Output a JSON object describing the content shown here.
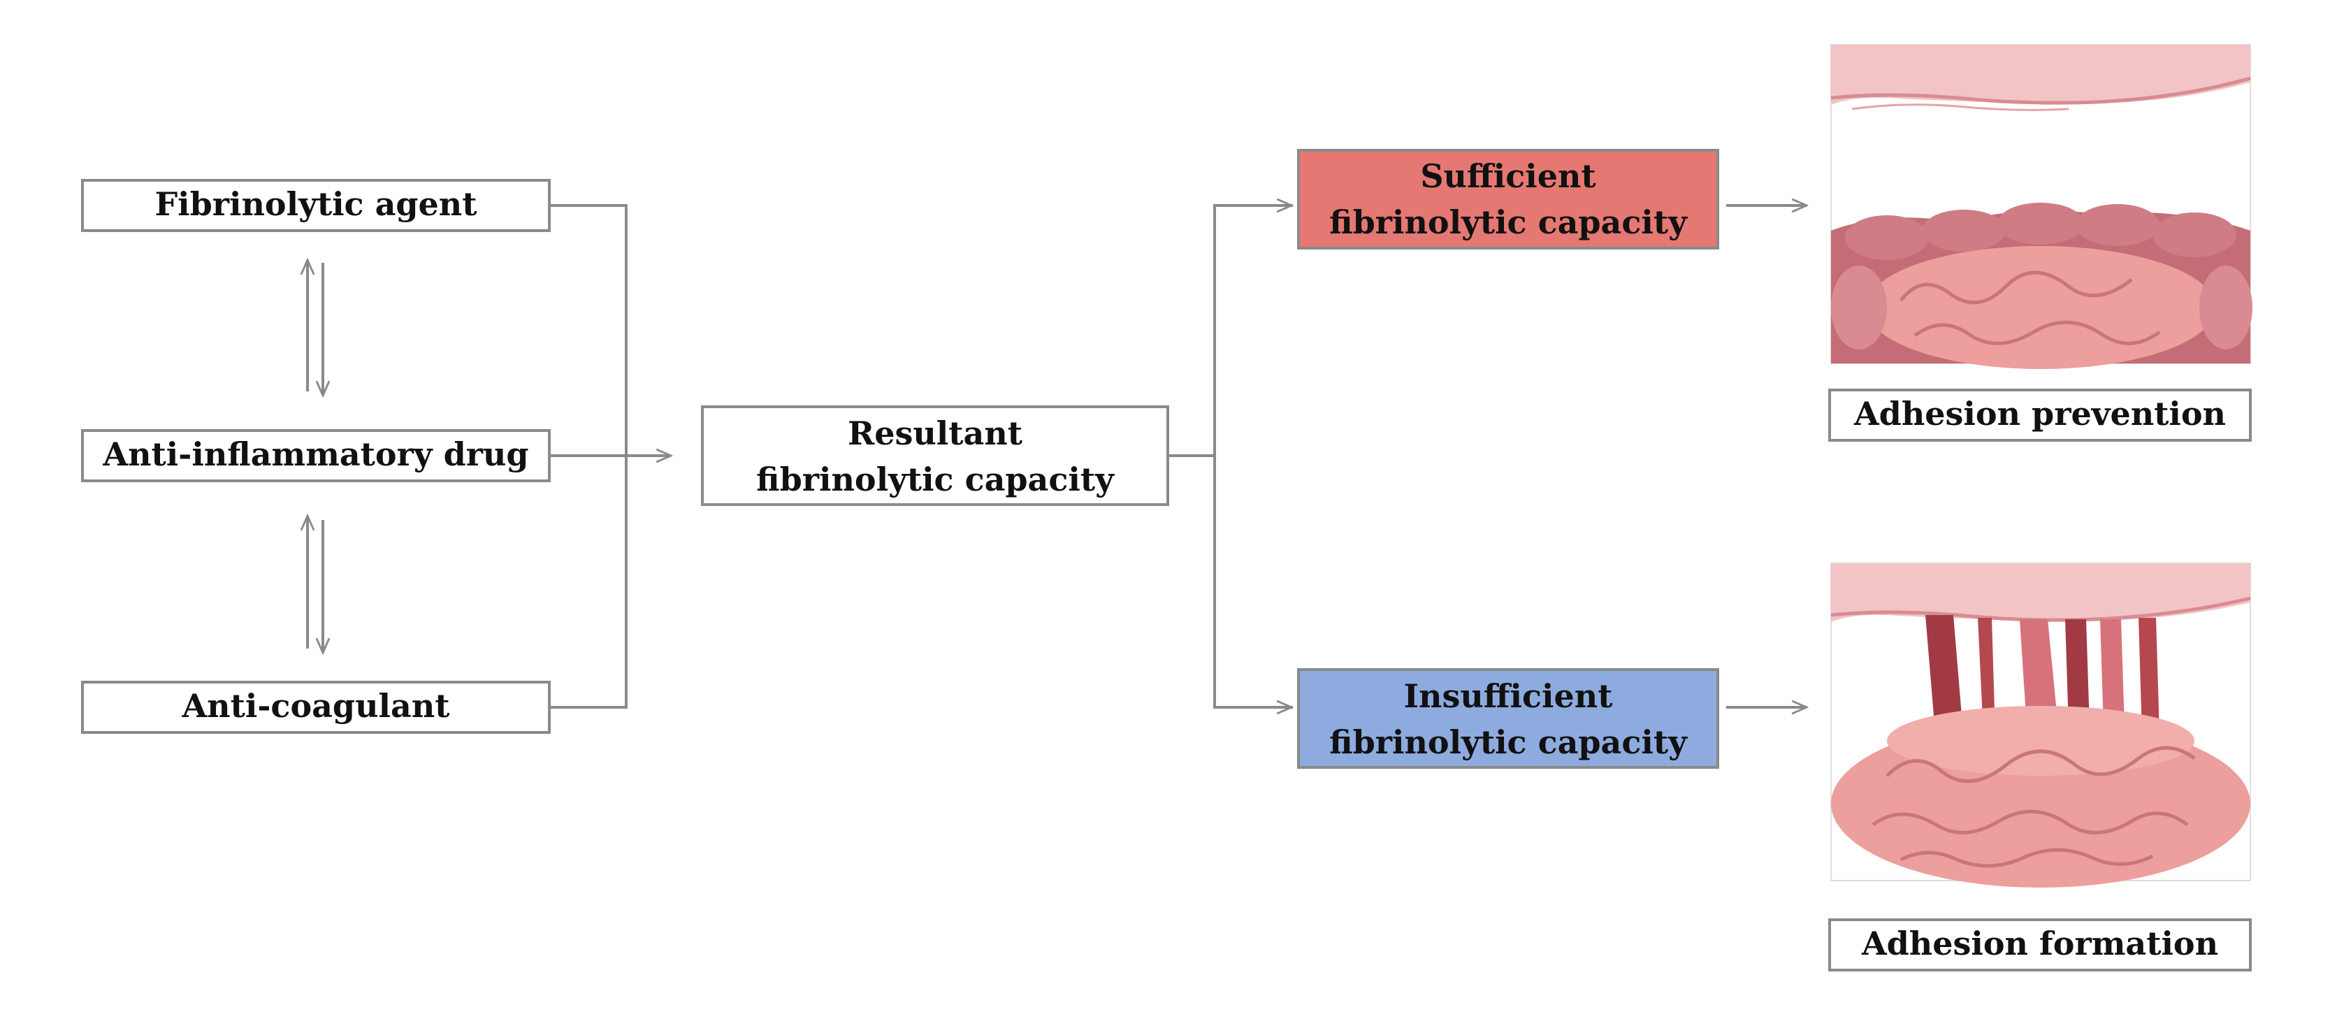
{
  "nodes": {
    "fibrinolytic_agent": "Fibrinolytic agent",
    "anti_inflammatory": "Anti-inflammatory drug",
    "anti_coagulant": "Anti-coagulant",
    "resultant": [
      "Resultant",
      "fibrinolytic capacity"
    ],
    "sufficient": [
      "Sufficient",
      "fibrinolytic capacity"
    ],
    "insufficient": [
      "Insufficient",
      "fibrinolytic capacity"
    ],
    "adhesion_prevention": "Adhesion prevention",
    "adhesion_formation": "Adhesion formation"
  },
  "colors": {
    "sufficient_fill": "#e57873",
    "insufficient_fill": "#8eabdf",
    "stroke": "#8a8a8a",
    "tissue_light": "#f2c4c6",
    "tissue_mid": "#e9a3a6",
    "tissue_dark": "#c56d76",
    "bowel": "#ec9f9c",
    "adhesion_band": "#b5474f"
  }
}
